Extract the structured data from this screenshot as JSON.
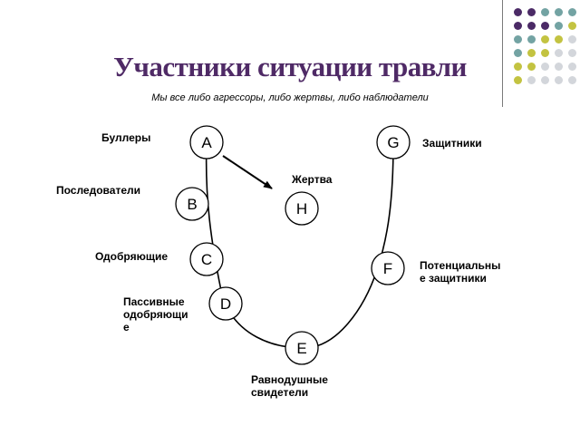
{
  "slide": {
    "title": "Участники ситуации травли",
    "subtitle": "Мы все либо агрессоры, либо жертвы, либо наблюдатели"
  },
  "decoration": {
    "dot_colors": [
      "#4b2a66",
      "#73a3a3",
      "#c3c341",
      "#d3d6db"
    ]
  },
  "nodes": {
    "A": "A",
    "B": "B",
    "C": "C",
    "D": "D",
    "E": "E",
    "F": "F",
    "G": "G",
    "H": "H"
  },
  "labels": {
    "A": "Буллеры",
    "B": "Последователи",
    "C": "Одобряющие",
    "D": [
      "Пассивные",
      "одобряющи",
      "е"
    ],
    "E": [
      "Равнодушные",
      "свидетели"
    ],
    "F": [
      "Потенциальны",
      "е защитники"
    ],
    "G": "Защитники",
    "H": "Жертва"
  },
  "colors": {
    "title": "#4f2a66"
  }
}
